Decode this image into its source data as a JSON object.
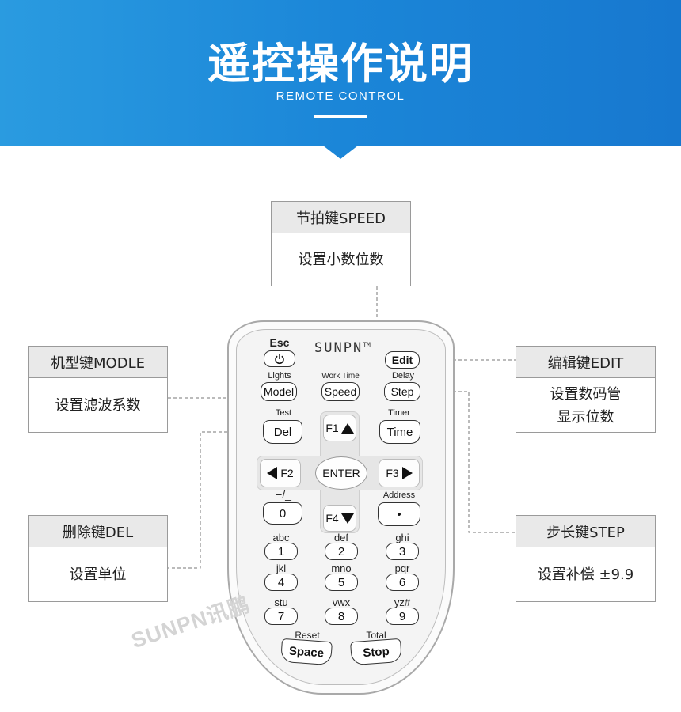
{
  "header": {
    "title": "遥控操作说明",
    "subtitle": "REMOTE CONTROL"
  },
  "labels": {
    "speed": {
      "title": "节拍键SPEED",
      "desc": "设置小数位数"
    },
    "model": {
      "title": "机型键MODLE",
      "desc": "设置滤波系数"
    },
    "edit": {
      "title": "编辑键EDIT",
      "desc": "设置数码管\n显示位数"
    },
    "del": {
      "title": "删除键DEL",
      "desc": "设置单位"
    },
    "step": {
      "title": "步长键STEP",
      "desc": "设置补偿  ±9.9"
    }
  },
  "remote": {
    "brand": "SUNPN",
    "brand_mark": "TM",
    "esc": {
      "top": "Esc",
      "icon": "power-icon"
    },
    "edit": "Edit",
    "model": {
      "top": "Lights",
      "key": "Model"
    },
    "speed": {
      "top": "Work Time",
      "key": "Speed"
    },
    "step": {
      "top": "Delay",
      "key": "Step"
    },
    "del": {
      "top": "Test",
      "key": "Del"
    },
    "time": {
      "top": "Timer",
      "key": "Time"
    },
    "f1": "F1",
    "f2": "F2",
    "f3": "F3",
    "f4": "F4",
    "enter": "ENTER",
    "zero": {
      "top": "−/_",
      "key": "0"
    },
    "dot": {
      "top": "Address",
      "key": "•"
    },
    "digits": [
      {
        "top": "abc",
        "key": "1"
      },
      {
        "top": "def",
        "key": "2"
      },
      {
        "top": "ghi",
        "key": "3"
      },
      {
        "top": "jkl",
        "key": "4"
      },
      {
        "top": "mno",
        "key": "5"
      },
      {
        "top": "pqr",
        "key": "6"
      },
      {
        "top": "stu",
        "key": "7"
      },
      {
        "top": "vwx",
        "key": "8"
      },
      {
        "top": "yz#",
        "key": "9"
      }
    ],
    "space": {
      "top": "Reset",
      "key": "Space"
    },
    "stop": {
      "top": "Total",
      "key": "Stop"
    }
  },
  "watermark": "SUNPN讯鹏"
}
